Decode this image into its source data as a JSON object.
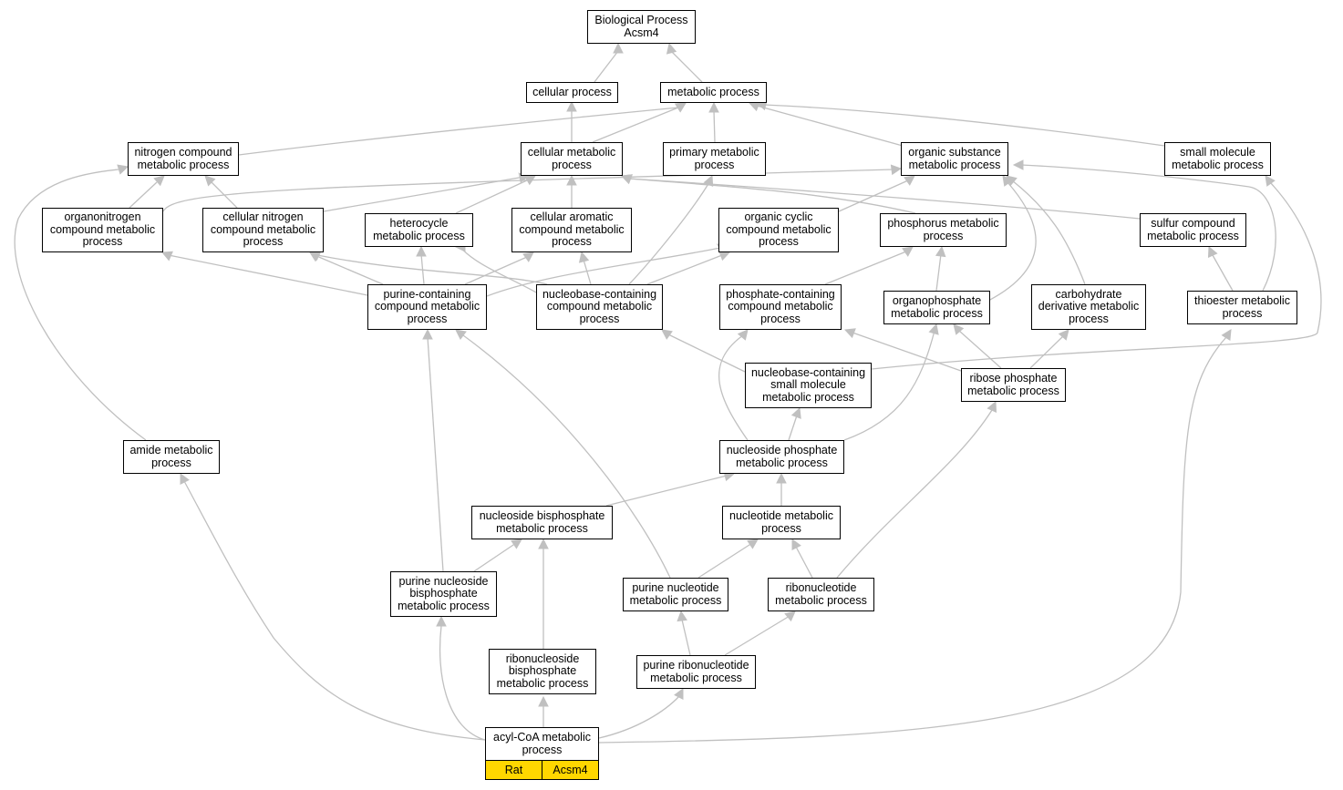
{
  "nodes": {
    "root": "Biological Process\nAcsm4",
    "cellular_process": "cellular process",
    "metabolic_process": "metabolic process",
    "nitrogen_compound": "nitrogen compound\nmetabolic process",
    "cellular_metabolic": "cellular metabolic\nprocess",
    "primary_metabolic": "primary metabolic\nprocess",
    "organic_substance": "organic substance\nmetabolic process",
    "small_molecule": "small molecule\nmetabolic process",
    "organonitrogen": "organonitrogen\ncompound metabolic\nprocess",
    "cellular_nitrogen": "cellular nitrogen\ncompound metabolic\nprocess",
    "heterocycle": "heterocycle\nmetabolic process",
    "cellular_aromatic": "cellular aromatic\ncompound metabolic\nprocess",
    "organic_cyclic": "organic cyclic\ncompound metabolic\nprocess",
    "phosphorus": "phosphorus metabolic\nprocess",
    "sulfur": "sulfur compound\nmetabolic process",
    "purine_containing": "purine-containing\ncompound metabolic\nprocess",
    "nucleobase_containing": "nucleobase-containing\ncompound metabolic\nprocess",
    "phosphate_containing": "phosphate-containing\ncompound metabolic\nprocess",
    "organophosphate": "organophosphate\nmetabolic process",
    "carbohydrate_derivative": "carbohydrate\nderivative metabolic\nprocess",
    "thioester": "thioester metabolic\nprocess",
    "nucleobase_small": "nucleobase-containing\nsmall molecule\nmetabolic process",
    "ribose_phosphate": "ribose phosphate\nmetabolic process",
    "amide": "amide metabolic\nprocess",
    "nucleoside_phosphate": "nucleoside phosphate\nmetabolic process",
    "nucleoside_bisphosphate": "nucleoside bisphosphate\nmetabolic process",
    "nucleotide": "nucleotide metabolic\nprocess",
    "purine_nucleoside_bis": "purine nucleoside\nbisphosphate\nmetabolic process",
    "purine_nucleotide": "purine nucleotide\nmetabolic process",
    "ribonucleotide": "ribonucleotide\nmetabolic process",
    "ribonucleoside_bis": "ribonucleoside\nbisphosphate\nmetabolic process",
    "purine_ribonucleotide": "purine ribonucleotide\nmetabolic process",
    "acyl_coa": "acyl-CoA metabolic\nprocess"
  },
  "annotation": {
    "species": "Rat",
    "gene": "Acsm4",
    "fill_color": "#ffd700"
  },
  "colors": {
    "edge": "#c0c0c0",
    "node_border": "#000000",
    "node_fill": "#ffffff"
  }
}
